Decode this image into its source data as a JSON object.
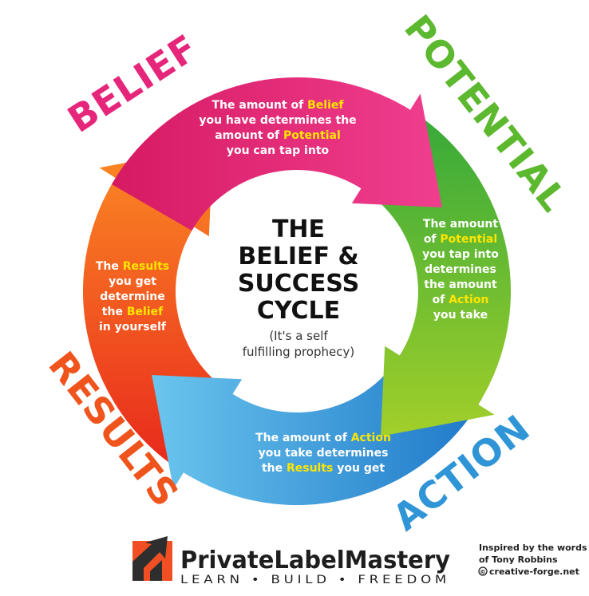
{
  "stages": {
    "belief": "BELIEF",
    "potential": "POTENTIAL",
    "action": "ACTION",
    "results": "RESULTS"
  },
  "colors": {
    "belief": "#e5267a",
    "potential": "#5cb82e",
    "action": "#2f95d6",
    "results": "#f0541d",
    "highlight": "#ffe600",
    "brand_orange": "#f04e23",
    "brand_dark": "#333333"
  },
  "boxes": {
    "belief": [
      [
        {
          "t": "The amount of "
        },
        {
          "t": "Belief",
          "hl": true
        }
      ],
      [
        {
          "t": "you have determines the"
        }
      ],
      [
        {
          "t": "amount of "
        },
        {
          "t": "Potential",
          "hl": true
        }
      ],
      [
        {
          "t": "you can tap into"
        }
      ]
    ],
    "potential": [
      [
        {
          "t": "The amount"
        }
      ],
      [
        {
          "t": "of "
        },
        {
          "t": "Potential",
          "hl": true
        }
      ],
      [
        {
          "t": "you tap into"
        }
      ],
      [
        {
          "t": "determines"
        }
      ],
      [
        {
          "t": "the amount"
        }
      ],
      [
        {
          "t": "of "
        },
        {
          "t": "Action",
          "hl": true
        }
      ],
      [
        {
          "t": "you take"
        }
      ]
    ],
    "action": [
      [
        {
          "t": "The amount of "
        },
        {
          "t": "Action",
          "hl": true
        }
      ],
      [
        {
          "t": "you take determines"
        }
      ],
      [
        {
          "t": "the "
        },
        {
          "t": "Results",
          "hl": true
        },
        {
          "t": " you get"
        }
      ]
    ],
    "results": [
      [
        {
          "t": "The "
        },
        {
          "t": "Results",
          "hl": true
        }
      ],
      [
        {
          "t": "you get"
        }
      ],
      [
        {
          "t": "determine"
        }
      ],
      [
        {
          "t": "the "
        },
        {
          "t": "Belief",
          "hl": true
        }
      ],
      [
        {
          "t": "in yourself"
        }
      ]
    ]
  },
  "center": {
    "title_lines": [
      "THE",
      "BELIEF &",
      "SUCCESS",
      "CYCLE"
    ],
    "subtitle_lines": [
      "(It's a self",
      "fulfilling prophecy)"
    ]
  },
  "brand": {
    "name": "PrivateLabelMastery",
    "tagline": "LEARN • BUILD • FREEDOM"
  },
  "credit": {
    "line1": "Inspired by the words",
    "line2": "of  Tony Robbins",
    "line3": "creative-forge.net",
    "copyright_symbol": "©"
  },
  "icons": {
    "brand_logo": "growth-arrow-logo-icon",
    "copyright": "copyright-icon"
  }
}
